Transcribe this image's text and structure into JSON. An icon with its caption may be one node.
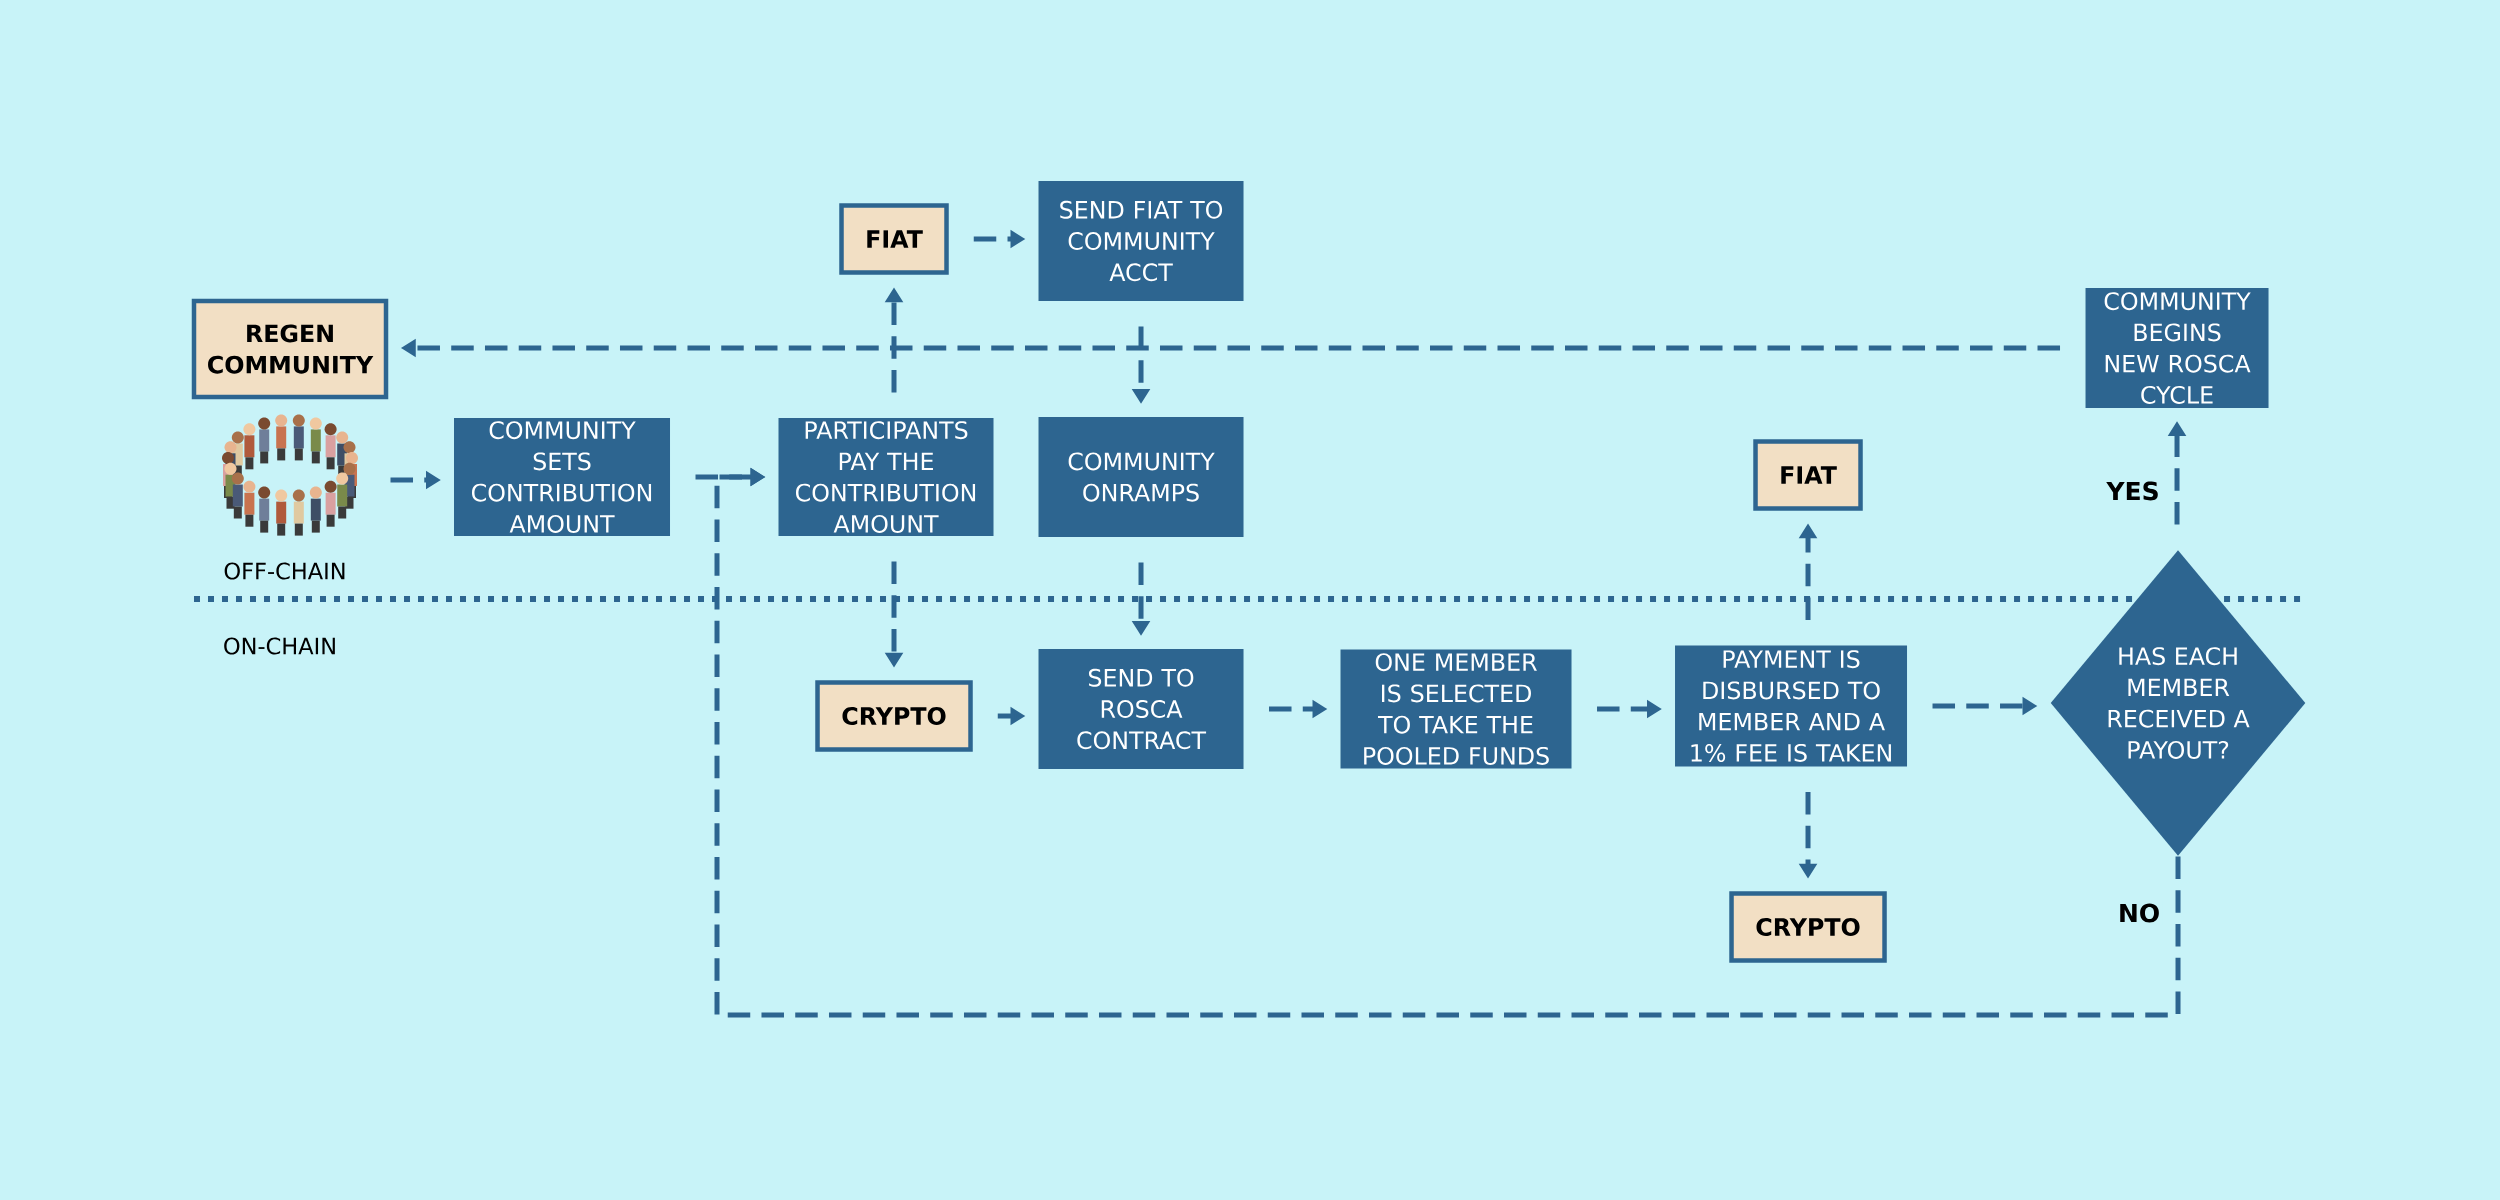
{
  "diagram": {
    "nodes": [
      {
        "text": [
          "FIAT"
        ]
      },
      {
        "text": [
          "SEND FIAT TO COMMUNITY ACCT"
        ]
      },
      {
        "text": [
          "REGEN COMMUNITY"
        ]
      },
      {
        "text": [
          "COMMUNITY BEGINS NEW ROSCA CYCLE"
        ]
      },
      {
        "text": [],
        "shape": "picture"
      },
      {
        "text": [
          "COMMUNITY SETS CONTRIBUTION AMOUNT"
        ]
      },
      {
        "text": [
          "PARTICIPANTS PAY THE CONTRIBUTION AMOUNT"
        ]
      },
      {
        "text": [
          "COMMUNITY ONRAMPS"
        ]
      },
      {
        "text": [
          "FIAT"
        ]
      },
      {
        "text": [
          "CRYPTO"
        ]
      },
      {
        "text": [
          "SEND TO ROSCA CONTRACT"
        ]
      },
      {
        "text": [
          "ONE MEMBER IS SELECTED TO TAKE THE POOLED FUNDS"
        ]
      },
      {
        "text": [
          "PAYMENT IS DISBURSED TO MEMBER AND A 1% FEE IS TAKEN"
        ]
      },
      {
        "text": [
          "HAS EACH MEMBER RECEIVED A PAYOUT?"
        ]
      },
      {
        "text": [
          "CRYPTO"
        ]
      }
    ],
    "edges": [
      {
        "from": 4,
        "to": 5,
        "arrow": "to"
      },
      {
        "from": 5,
        "to": 6,
        "arrow": "to"
      },
      {
        "from": 6,
        "to": 0,
        "arrow": "to"
      },
      {
        "from": 0,
        "to": 1,
        "arrow": "to"
      },
      {
        "from": 1,
        "to": 7,
        "arrow": "to"
      },
      {
        "from": 6,
        "to": 9,
        "arrow": "to"
      },
      {
        "from": 7,
        "to": 10,
        "arrow": "to"
      },
      {
        "from": 9,
        "to": 10,
        "arrow": "to"
      },
      {
        "from": 10,
        "to": 11,
        "arrow": "to"
      },
      {
        "from": 11,
        "to": 12,
        "arrow": "to"
      },
      {
        "from": 12,
        "to": 8,
        "arrow": "to"
      },
      {
        "from": 12,
        "to": 14,
        "arrow": "to"
      },
      {
        "from": 12,
        "to": 13,
        "arrow": "to"
      },
      {
        "from": 13,
        "to": 3,
        "arrow": "to",
        "label": "YES"
      },
      {
        "from": 13,
        "to": 6,
        "arrow": "to",
        "label": "NO"
      },
      {
        "from": 3,
        "to": 2,
        "arrow": "to"
      }
    ],
    "labels": [
      "OFF-CHAIN",
      "ON-CHAIN"
    ]
  }
}
